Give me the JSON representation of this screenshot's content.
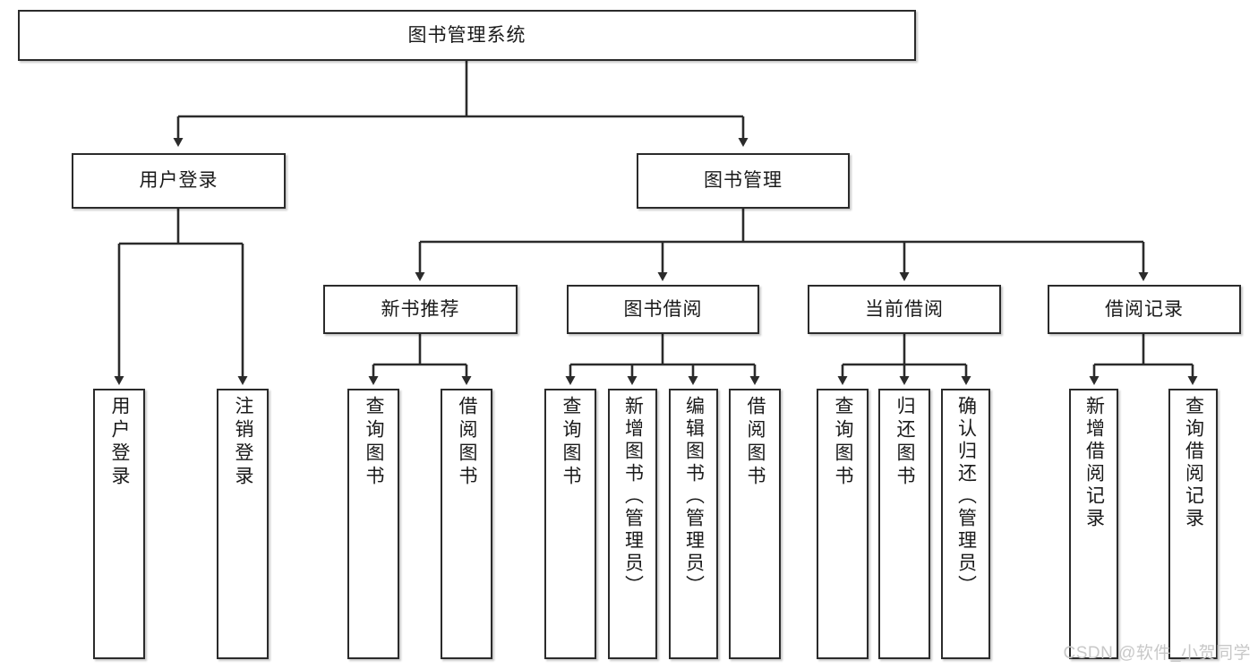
{
  "diagram": {
    "title": "图书管理系统",
    "type": "tree-hierarchy-diagram",
    "colors": {
      "box_border": "#2b2b2b",
      "box_fill": "#ffffff",
      "connector": "#2b2b2b",
      "text": "#1a1a1a",
      "watermark": "#c8c8c8",
      "background": "#ffffff"
    },
    "root": {
      "label": "图书管理系统"
    },
    "level2": [
      {
        "label": "用户登录"
      },
      {
        "label": "图书管理"
      }
    ],
    "level3": [
      {
        "label": "新书推荐"
      },
      {
        "label": "图书借阅"
      },
      {
        "label": "当前借阅"
      },
      {
        "label": "借阅记录"
      }
    ],
    "leaves": {
      "user_login": [
        {
          "label": "用户登录"
        },
        {
          "label": "注销登录"
        }
      ],
      "new_book_recommend": [
        {
          "label": "查询图书"
        },
        {
          "label": "借阅图书"
        }
      ],
      "book_borrow": [
        {
          "label": "查询图书"
        },
        {
          "label": "新增图书（管理员）"
        },
        {
          "label": "编辑图书（管理员）"
        },
        {
          "label": "借阅图书"
        }
      ],
      "current_borrow": [
        {
          "label": "查询图书"
        },
        {
          "label": "归还图书"
        },
        {
          "label": "确认归还（管理员）"
        }
      ],
      "borrow_record": [
        {
          "label": "新增借阅记录"
        },
        {
          "label": "查询借阅记录"
        }
      ]
    },
    "watermark": "CSDN @软件_小贺同学"
  }
}
